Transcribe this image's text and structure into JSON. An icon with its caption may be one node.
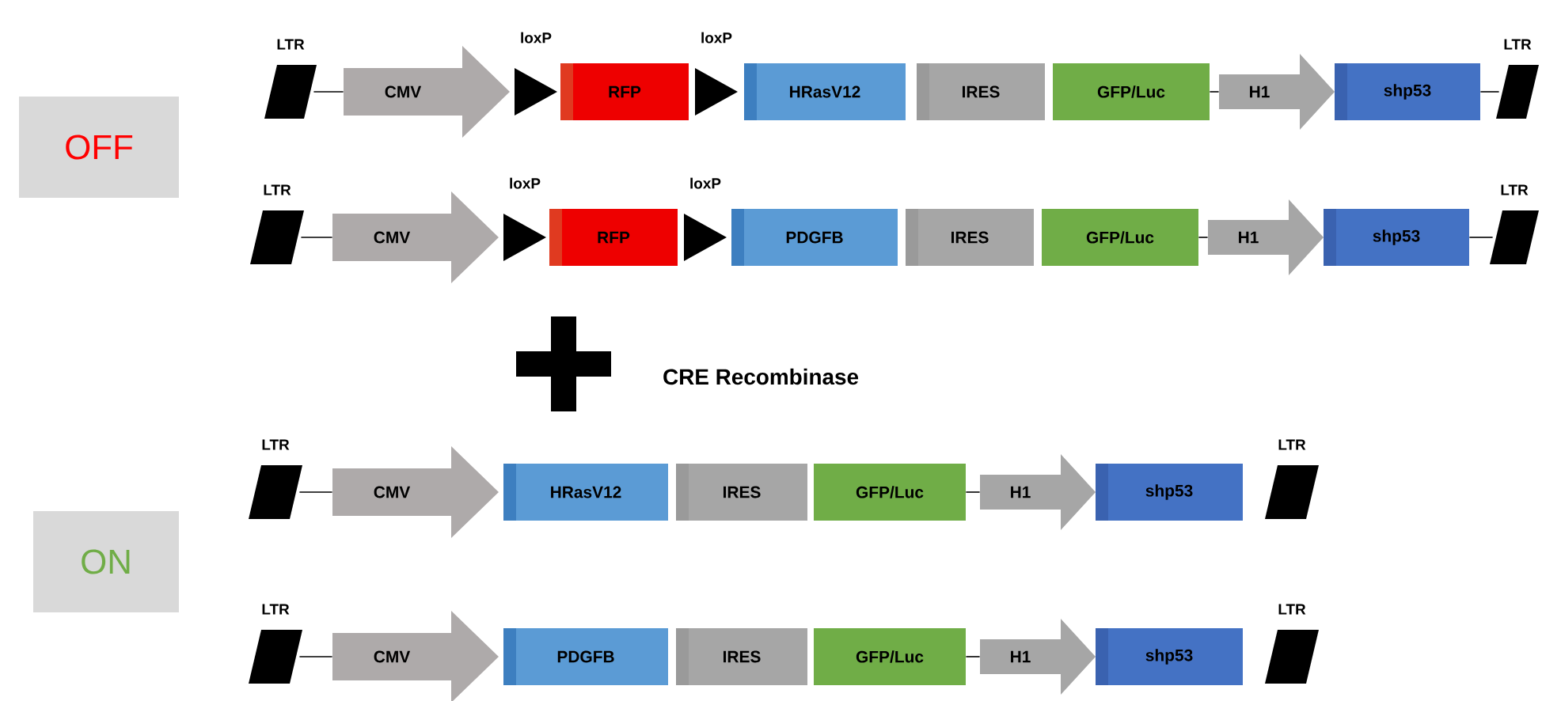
{
  "diagram": {
    "nodes": [
      {
        "text": [
          "OFF"
        ]
      },
      {
        "text": [
          "LTR"
        ]
      },
      {
        "text": [
          "CMV"
        ]
      },
      {
        "text": [
          "loxP"
        ]
      },
      {
        "text": [
          "RFP"
        ]
      },
      {
        "text": [
          "loxP"
        ]
      },
      {
        "text": [
          "HRasV12"
        ]
      },
      {
        "text": [
          "IRES"
        ]
      },
      {
        "text": [
          "GFP/Luc"
        ]
      },
      {
        "text": [
          "H1"
        ]
      },
      {
        "text": [
          "shp53"
        ]
      },
      {
        "text": [
          "LTR"
        ]
      },
      {
        "text": [
          "LTR"
        ]
      },
      {
        "text": [
          "CMV"
        ]
      },
      {
        "text": [
          "loxP"
        ]
      },
      {
        "text": [
          "RFP"
        ]
      },
      {
        "text": [
          "loxP"
        ]
      },
      {
        "text": [
          "PDGFB"
        ]
      },
      {
        "text": [
          "IRES"
        ]
      },
      {
        "text": [
          "GFP/Luc"
        ]
      },
      {
        "text": [
          "H1"
        ]
      },
      {
        "text": [
          "shp53"
        ]
      },
      {
        "text": [
          "LTR"
        ]
      },
      {
        "text": [
          "ON"
        ]
      },
      {
        "text": [
          "LTR"
        ]
      },
      {
        "text": [
          "CMV"
        ]
      },
      {
        "text": [
          "HRasV12"
        ]
      },
      {
        "text": [
          "IRES"
        ]
      },
      {
        "text": [
          "GFP/Luc"
        ]
      },
      {
        "text": [
          "H1"
        ]
      },
      {
        "text": [
          "shp53"
        ]
      },
      {
        "text": [
          "LTR"
        ]
      },
      {
        "text": [
          "LTR"
        ]
      },
      {
        "text": [
          "CMV"
        ]
      },
      {
        "text": [
          "PDGFB"
        ]
      },
      {
        "text": [
          "IRES"
        ]
      },
      {
        "text": [
          "GFP/Luc"
        ]
      },
      {
        "text": [
          "H1"
        ]
      },
      {
        "text": [
          "shp53"
        ]
      },
      {
        "text": [
          "LTR"
        ]
      }
    ],
    "edges": [
      {
        "from": 1,
        "to": 2,
        "arrow": "none"
      },
      {
        "from": 8,
        "to": 9,
        "arrow": "none"
      },
      {
        "from": 10,
        "to": 11,
        "arrow": "none"
      },
      {
        "from": 12,
        "to": 13,
        "arrow": "none"
      },
      {
        "from": 19,
        "to": 20,
        "arrow": "none"
      },
      {
        "from": 21,
        "to": 22,
        "arrow": "none"
      },
      {
        "from": 24,
        "to": 25,
        "arrow": "none"
      },
      {
        "from": 28,
        "to": 29,
        "arrow": "none"
      },
      {
        "from": 32,
        "to": 33,
        "arrow": "none"
      },
      {
        "from": 36,
        "to": 37,
        "arrow": "none"
      }
    ],
    "labels": [
      "CRE Recombinase"
    ]
  }
}
